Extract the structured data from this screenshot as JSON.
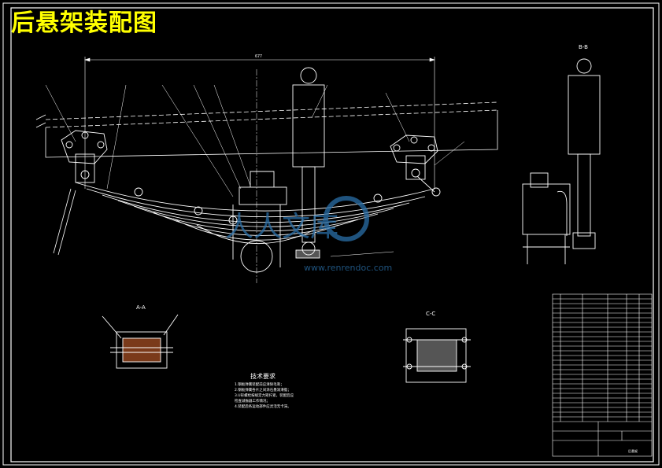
{
  "drawing": {
    "title": "后悬架装配图",
    "dimension_top": "677",
    "section_bb": "B-B",
    "section_aa": "A-A",
    "section_cc": "C-C"
  },
  "notes": {
    "heading": "技术要求",
    "lines": [
      "1.钢板弹簧装配前应清除毛刺；",
      "2.钢板弹簧各片之间涂石墨润滑脂；",
      "3.U形螺栓按规定力矩拧紧，装配后应",
      "  检查减振器工作情况；",
      "4.装配后各运动部件应灵活无卡滞。"
    ]
  },
  "watermark": {
    "text": "人人文库",
    "url": "www.renrendoc.com"
  },
  "title_block": {
    "name": "后悬架"
  }
}
